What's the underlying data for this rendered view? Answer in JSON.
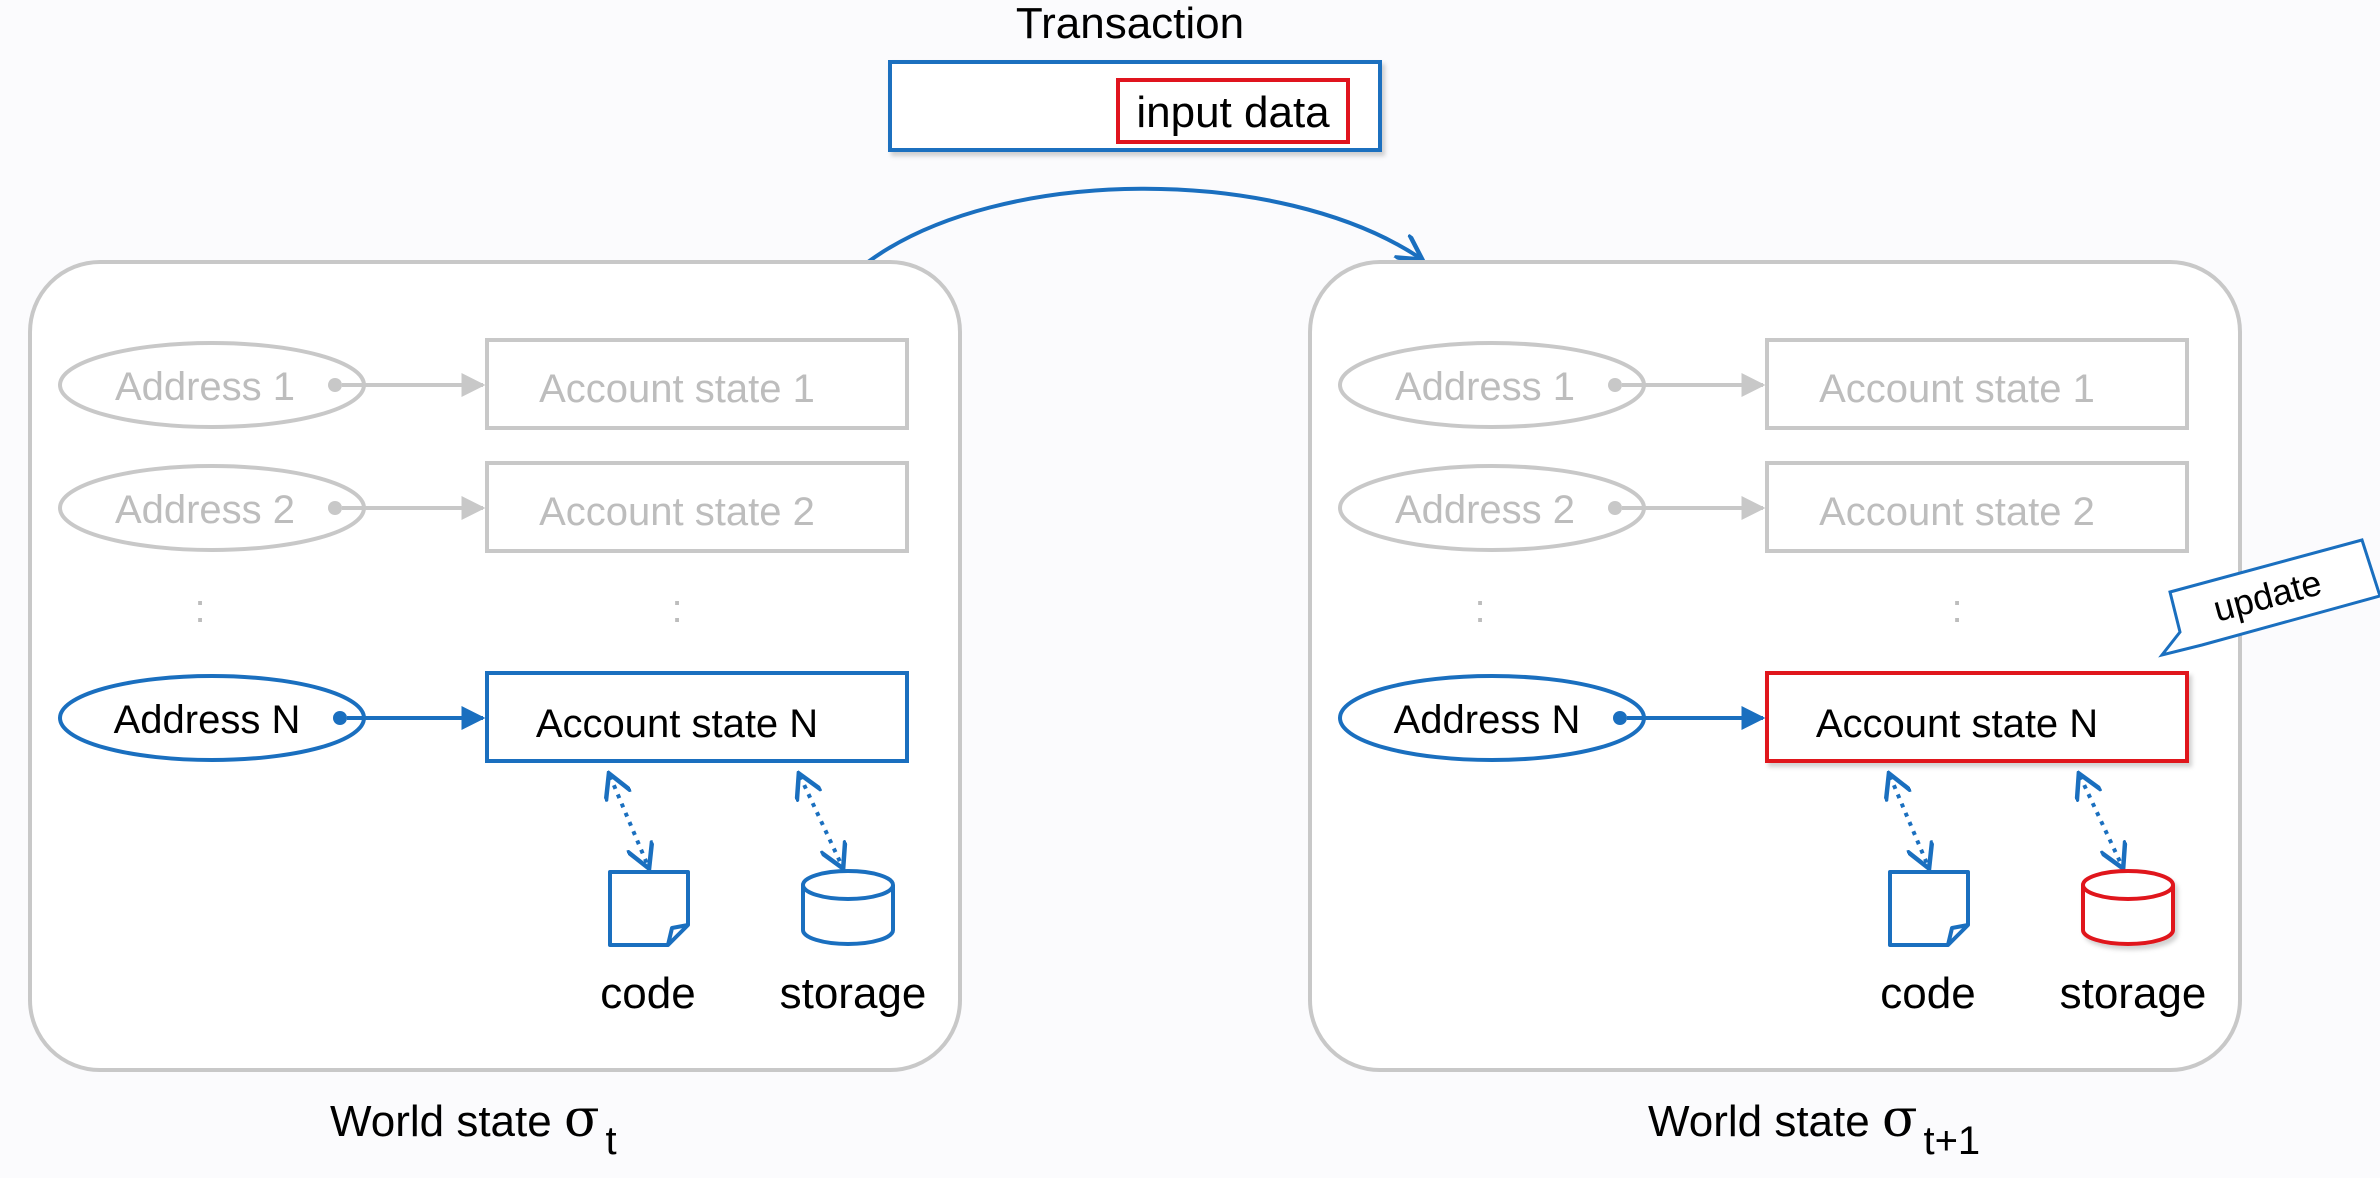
{
  "transaction": {
    "title": "Transaction",
    "input_label": "input data"
  },
  "left_state": {
    "address_1": "Address 1",
    "account_1": "Account state 1",
    "address_2": "Address 2",
    "account_2": "Account state 2",
    "ellipsis": ":",
    "address_n": "Address N",
    "account_n": "Account state N",
    "code": "code",
    "storage": "storage",
    "caption": "World state ",
    "sigma": "σ",
    "subscript": "t"
  },
  "right_state": {
    "address_1": "Address 1",
    "account_1": "Account state 1",
    "address_2": "Address 2",
    "account_2": "Account state 2",
    "ellipsis": ":",
    "address_n": "Address N",
    "account_n": "Account state N",
    "code": "code",
    "storage": "storage",
    "update_label": "update",
    "caption": "World state ",
    "sigma": "σ",
    "subscript": "t+1"
  },
  "colors": {
    "blue": "#1a6fbf",
    "red": "#e0141e",
    "gray": "#c8c8c8"
  }
}
